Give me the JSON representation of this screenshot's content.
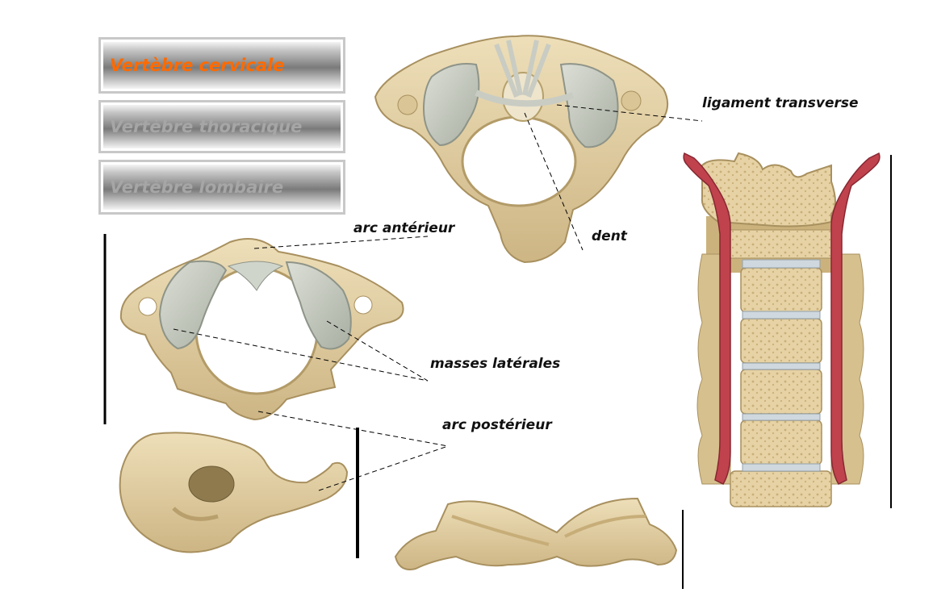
{
  "nav": {
    "cervical": "Vertèbre cervicale",
    "thoracic": "Vertèbre thoracique",
    "lumbar": "Vertèbre lombaire"
  },
  "labels": {
    "ligament_transverse": "ligament transverse",
    "dent": "dent",
    "arc_anterieur": "arc antérieur",
    "masses_laterales": "masses latérales",
    "arc_posterieur": "arc postérieur"
  },
  "colors": {
    "active": "#ff6a00",
    "inactive": "#a6a6a6",
    "bone": "#e2cfa3",
    "cartilage": "#c5cabe",
    "artery": "#c0424d"
  }
}
